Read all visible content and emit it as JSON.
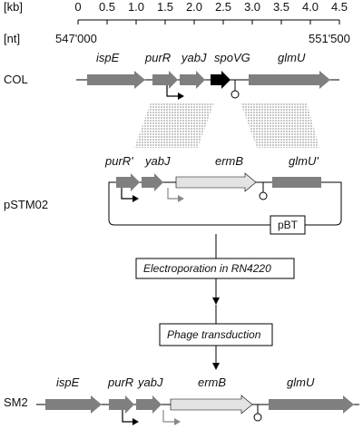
{
  "scale": {
    "kb_unit": "[kb]",
    "nt_unit": "[nt]",
    "ticks": [
      "0",
      "0.5",
      "1.0",
      "1.5",
      "2.0",
      "2.5",
      "3.0",
      "3.5",
      "4.0",
      "4.5"
    ],
    "nt_start": "547'000",
    "nt_end": "551'500"
  },
  "col": {
    "label": "COL",
    "genes": [
      "ispE",
      "purR",
      "yabJ",
      "spoVG",
      "glmU"
    ]
  },
  "pstm": {
    "label": "pSTM02",
    "genes": [
      "purR'",
      "yabJ",
      "ermB",
      "glmU'"
    ],
    "backbone": "pBT"
  },
  "steps": {
    "electroporation": "Electroporation in RN4220",
    "transduction": "Phage transduction"
  },
  "sm2": {
    "label": "SM2",
    "genes": [
      "ispE",
      "purR",
      "yabJ",
      "ermB",
      "glmU"
    ]
  },
  "colors": {
    "gene_dark": "#7f7f7f",
    "gene_black": "#000000",
    "gene_light": "#e3e3e3",
    "hatch": "#c8c8c8",
    "line": "#000000"
  }
}
